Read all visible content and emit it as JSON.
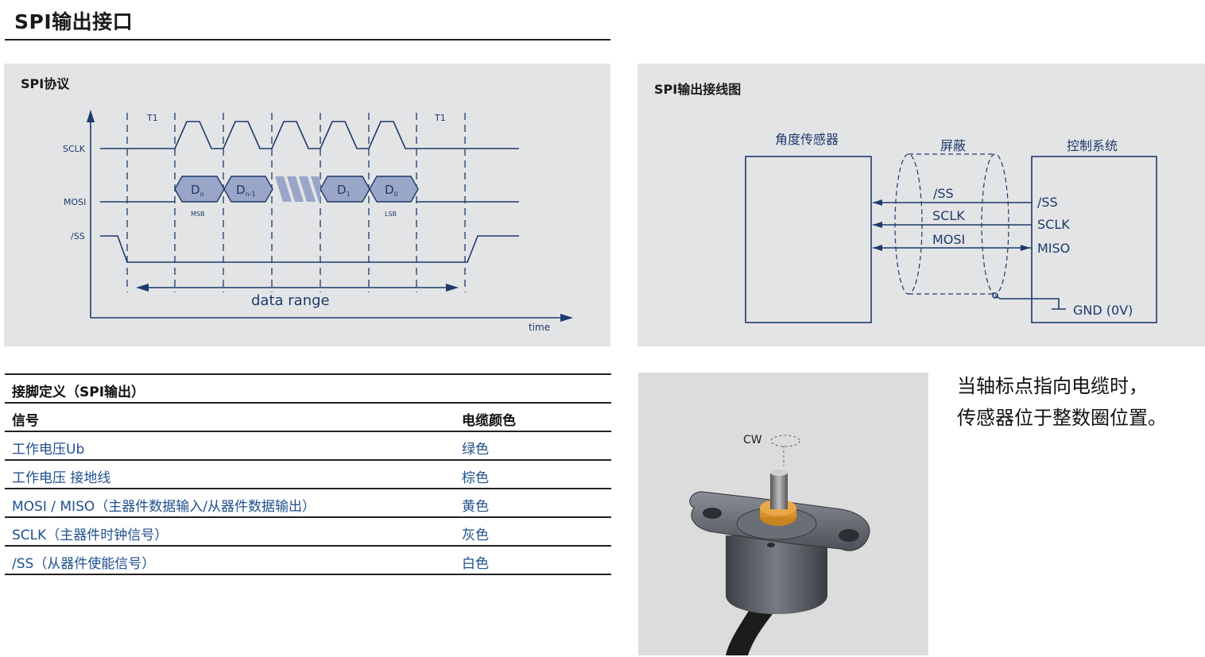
{
  "page": {
    "title": "SPI输出接口"
  },
  "protocol": {
    "label": "SPI协议",
    "signals": [
      "SCLK",
      "MOSI",
      "/SS"
    ],
    "t1_left": "T1",
    "t1_right": "T1",
    "bits": [
      "D",
      "D",
      "D",
      "D"
    ],
    "bit_subs": [
      "n",
      "n-1",
      "1",
      "0"
    ],
    "msb": "MSB",
    "lsb": "LSB",
    "range_label": "data range",
    "time_label": "time"
  },
  "wiring": {
    "label": "SPI输出接线图",
    "sensor": "角度传感器",
    "shield": "屏蔽",
    "control": "控制系统",
    "sensor_pins": [
      "/SS",
      "SCLK",
      "MOSI"
    ],
    "control_pins": [
      "/SS",
      "SCLK",
      "MISO"
    ],
    "gnd": "GND (0V)"
  },
  "pin_table": {
    "title": "接脚定义（SPI输出）",
    "headers": [
      "信号",
      "电缆颜色"
    ],
    "rows": [
      [
        "工作电压Ub",
        "绿色"
      ],
      [
        "工作电压 接地线",
        "棕色"
      ],
      [
        "MOSI / MISO（主器件数据输入/从器件数据输出）",
        "黄色"
      ],
      [
        "SCLK（主器件时钟信号）",
        "灰色"
      ],
      [
        "/SS（从器件使能信号）",
        "白色"
      ]
    ]
  },
  "photo": {
    "cw_label": "CW"
  },
  "caption": {
    "line1": "当轴标点指向电缆时，",
    "line2": "传感器位于整数圈位置。"
  }
}
